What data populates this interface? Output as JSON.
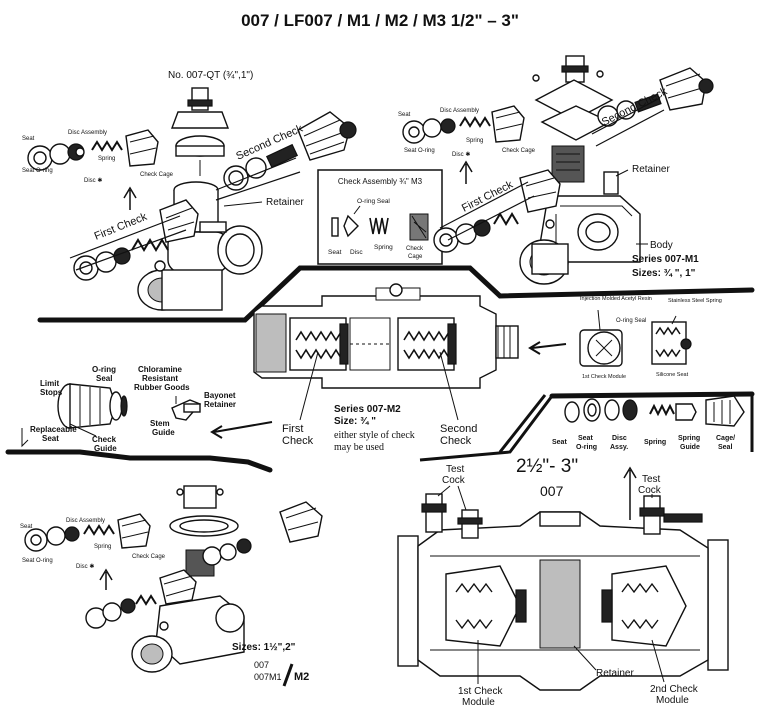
{
  "title": "007 /  LF007 / M1 / M2 / M3  1/2\" – 3\"",
  "top_left": {
    "model": "No. 007-QT (¾\",1\")",
    "labels": {
      "second_check": "Second Check",
      "first_check": "First Check",
      "retainer": "Retainer",
      "seat": "Seat",
      "disc_assembly": "Disc Assembly",
      "seat_oring": "Seat O-ring",
      "disc": "Disc ✱",
      "spring": "Spring",
      "check_cage": "Check Cage"
    }
  },
  "check_box": {
    "title": "Check Assembly ¾\" M3",
    "oring_seal": "O-ring Seal",
    "seat": "Seat",
    "disc": "Disc",
    "spring": "Spring",
    "check_cage": "Check Cage"
  },
  "top_right": {
    "labels": {
      "second_check": "Second Check",
      "first_check": "First Check",
      "retainer": "Retainer",
      "body": "Body",
      "series": "Series 007-M1",
      "sizes": "Sizes: ¾ \", 1\"",
      "seat": "Seat",
      "disc_assembly": "Disc Assembly",
      "seat_oring": "Seat O-ring",
      "disc": "Disc ✱",
      "spring": "Spring",
      "check_cage": "Check Cage"
    }
  },
  "module_detail": {
    "resin": "Injection Molded Acetyl Resin",
    "oring_seal": "O-ring Seal",
    "stainless_spring": "Stainless Steel Spring",
    "first_check_module": "1st Check Module",
    "silicone_seat": "Silicone Seat"
  },
  "middle": {
    "series": "Series 007-M2",
    "size": "Size: ¾ \"",
    "note_line1": "either style of check",
    "note_line2": "may be used",
    "first_check_1": "First",
    "first_check_2": "Check",
    "second_check_1": "Second",
    "second_check_2": "Check"
  },
  "left_detail": {
    "oring_seal_1": "O-ring",
    "oring_seal_2": "Seal",
    "chloramine_1": "Chloramine",
    "chloramine_2": "Resistant",
    "chloramine_3": "Rubber Goods",
    "limit_stops_1": "Limit",
    "limit_stops_2": "Stops",
    "bayonet_1": "Bayonet",
    "bayonet_2": "Retainer",
    "stem_guide_1": "Stem",
    "stem_guide_2": "Guide",
    "replaceable_1": "Replaceable",
    "replaceable_2": "Seat",
    "check_guide_1": "Check",
    "check_guide_2": "Guide"
  },
  "right_parts": {
    "seat": "Seat",
    "seat_oring_1": "Seat",
    "seat_oring_2": "O-ring",
    "disc_assy_1": "Disc",
    "disc_assy_2": "Assy.",
    "spring": "Spring",
    "spring_guide_1": "Spring",
    "spring_guide_2": "Guide",
    "cage_seal_1": "Cage/",
    "cage_seal_2": "Seal"
  },
  "large_valve": {
    "size": "2½\"- 3\"",
    "model": "007",
    "test_cock_left_1": "Test",
    "test_cock_left_2": "Cock",
    "test_cock_right_1": "Test",
    "test_cock_right_2": "Cock",
    "retainer": "Retainer",
    "first_module_1": "1st Check",
    "first_module_2": "Module",
    "second_module_1": "2nd Check",
    "second_module_2": "Module"
  },
  "bottom_left": {
    "sizes": "Sizes: 1½\",2\"",
    "model_1": "007",
    "model_2": "007M1",
    "model_3": "M2",
    "labels": {
      "seat": "Seat",
      "disc_assembly": "Disc Assembly",
      "seat_oring": "Seat O-ring",
      "disc": "Disc ✱",
      "spring": "Spring",
      "check_cage": "Check Cage"
    }
  }
}
